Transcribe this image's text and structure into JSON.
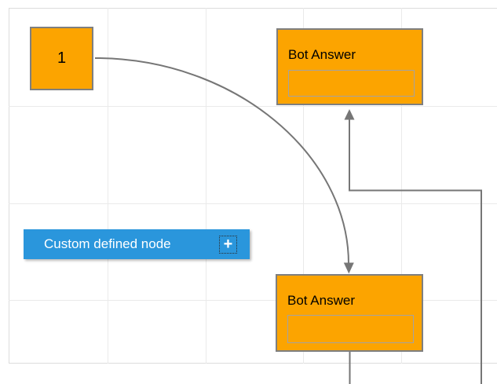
{
  "colors": {
    "canvas_bg": "#ffffff",
    "page_border": "#dcdcdc",
    "grid_line": "#eaeaea",
    "node_fill": "#fca400",
    "node_border": "#7f7f7f",
    "inner_box_border": "#a3a3a3",
    "node_text": "#000000",
    "connector": "#767676",
    "custom_node_fill": "#2a96dc",
    "custom_node_text": "#ffffff"
  },
  "nodes": {
    "start": {
      "label": "1"
    },
    "bot_answer_top": {
      "title": "Bot Answer"
    },
    "bot_answer_bottom": {
      "title": "Bot Answer"
    },
    "custom": {
      "label": "Custom defined node",
      "icon": "plus-icon",
      "icon_glyph": "+"
    }
  }
}
